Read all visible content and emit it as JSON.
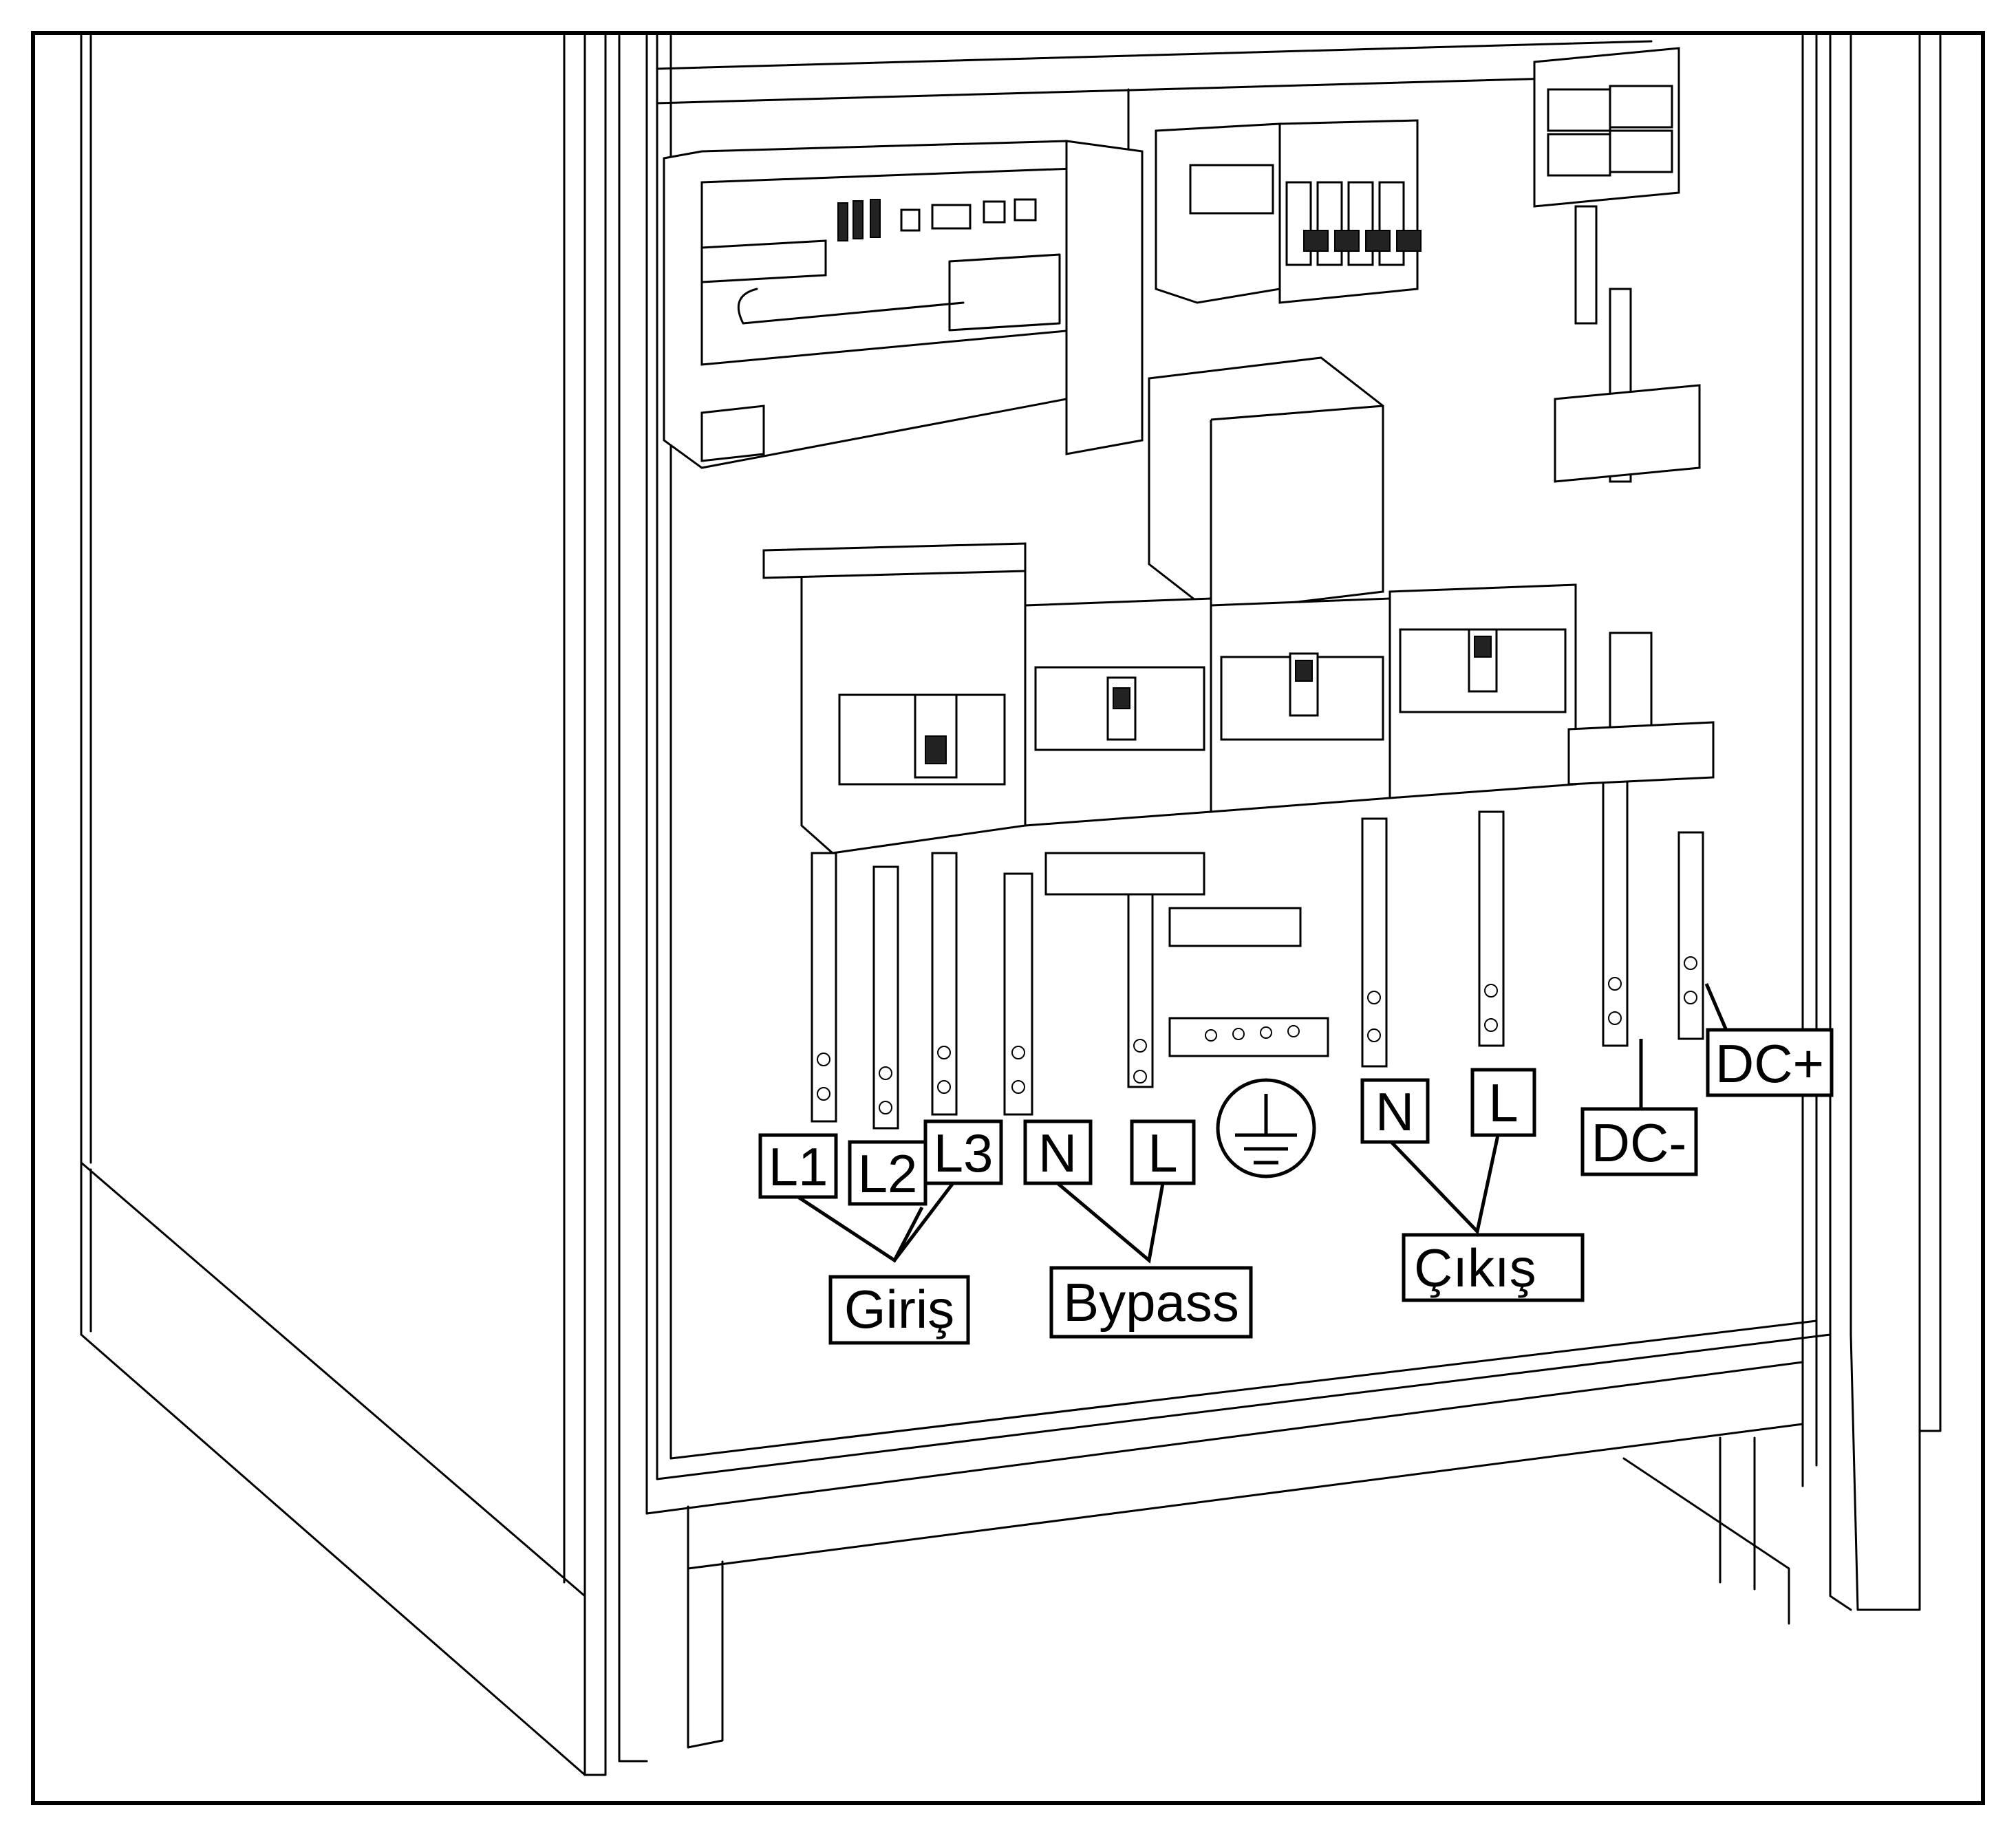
{
  "labels": {
    "giris": {
      "l1": "L1",
      "l2": "L2",
      "l3": "L3",
      "group": "Giriş"
    },
    "bypass": {
      "n": "N",
      "l": "L",
      "group": "Bypass"
    },
    "cikis": {
      "n": "N",
      "l": "L",
      "group": "Çıkış"
    },
    "dc": {
      "minus": "DC-",
      "plus": "DC+"
    }
  },
  "icons": {
    "ground": "ground-symbol-icon"
  }
}
